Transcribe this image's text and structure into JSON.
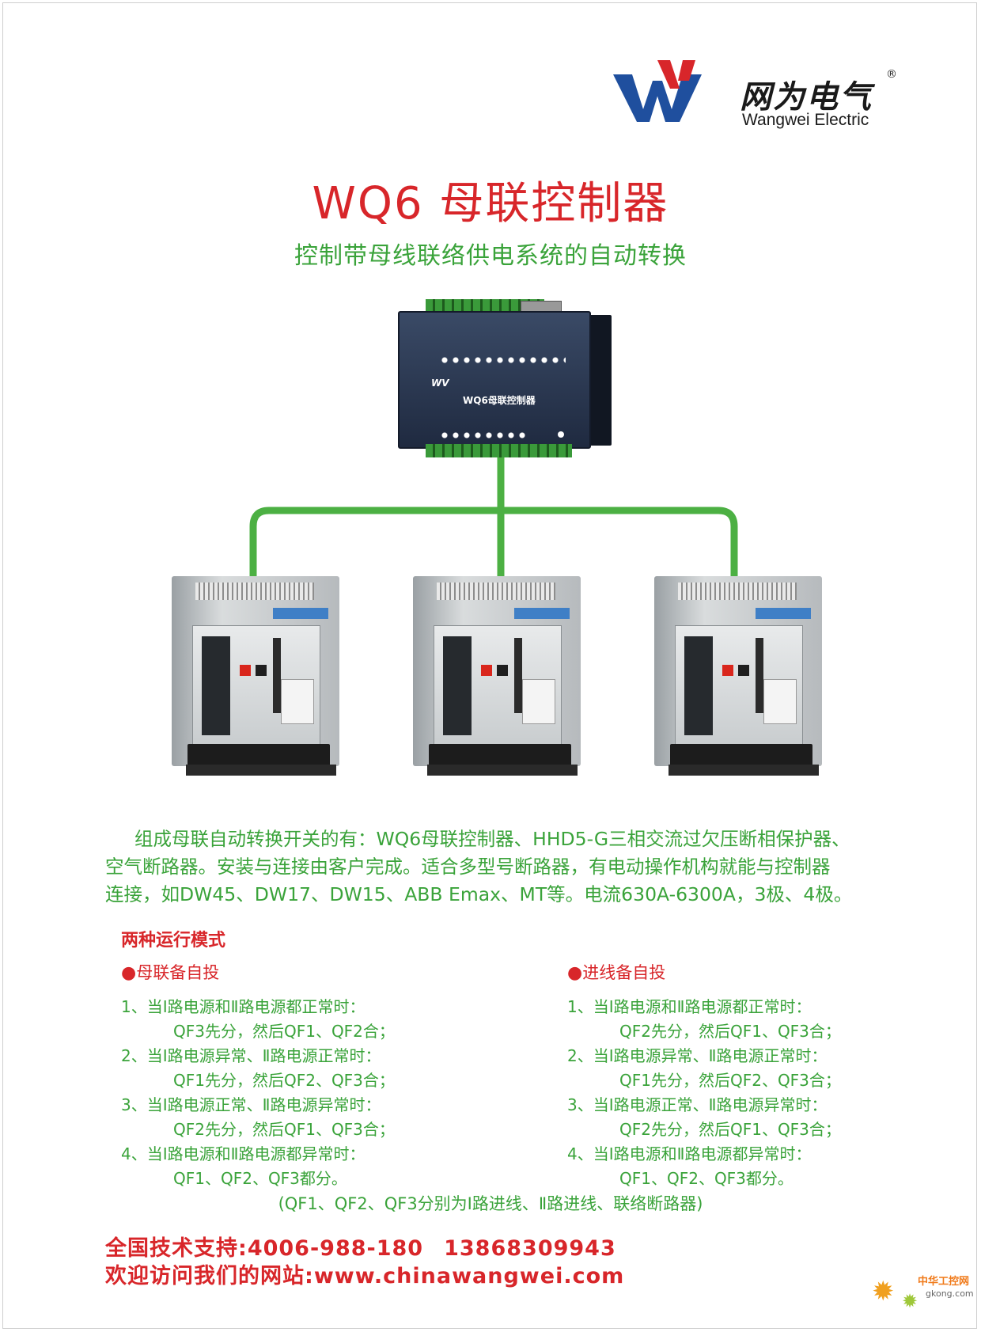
{
  "brand": {
    "name_cn": "网为电气",
    "name_en": "Wangwei Electric",
    "registered": "®",
    "colors": {
      "blue": "#1f4f9e",
      "red": "#d8262a"
    }
  },
  "title": "WQ6 母联控制器",
  "subtitle": "控制带母线联络供电系统的自动转换",
  "controller": {
    "logo": "WV",
    "label": "WQ6母联控制器"
  },
  "description": [
    "组成母联自动转换开关的有：WQ6母联控制器、HHD5-G三相交流过欠压断相保护器、",
    "空气断路器。安装与连接由客户完成。适合多型号断路器，有电动操作机构就能与控制器",
    "连接，如DW45、DW17、DW15、ABB Emax、MT等。电流630A-6300A，3极、4极。"
  ],
  "modes": {
    "title": "两种运行模式",
    "left": {
      "heading": "母联备自投",
      "items": [
        {
          "line": "1、当Ⅰ路电源和Ⅱ路电源都正常时：",
          "sub": "QF3先分，然后QF1、QF2合；"
        },
        {
          "line": "2、当Ⅰ路电源异常、Ⅱ路电源正常时：",
          "sub": "QF1先分，然后QF2、QF3合；"
        },
        {
          "line": "3、当Ⅰ路电源正常、Ⅱ路电源异常时：",
          "sub": "QF2先分，然后QF1、QF3合；"
        },
        {
          "line": "4、当Ⅰ路电源和Ⅱ路电源都异常时：",
          "sub": "QF1、QF2、QF3都分。"
        }
      ]
    },
    "right": {
      "heading": "进线备自投",
      "items": [
        {
          "line": "1、当Ⅰ路电源和Ⅱ路电源都正常时：",
          "sub": "QF2先分，然后QF1、QF3合；"
        },
        {
          "line": "2、当Ⅰ路电源异常、Ⅱ路电源正常时：",
          "sub": "QF1先分，然后QF2、QF3合；"
        },
        {
          "line": "3、当Ⅰ路电源正常、Ⅱ路电源异常时：",
          "sub": "QF2先分，然后QF1、QF3合；"
        },
        {
          "line": "4、当Ⅰ路电源和Ⅱ路电源都异常时：",
          "sub": "QF1、QF2、QF3都分。"
        }
      ]
    },
    "bullet": "●"
  },
  "note": "(QF1、QF2、QF3分别为Ⅰ路进线、Ⅱ路进线、联络断路器)",
  "contact": {
    "support_label": "全国技术支持:",
    "phone1": "4006-988-180",
    "phone2": "13868309943",
    "site_label": "欢迎访问我们的网站:",
    "site": "www.chinawangwei.com"
  },
  "watermark": {
    "cn": "中华工控网",
    "en": "gkong.com"
  }
}
